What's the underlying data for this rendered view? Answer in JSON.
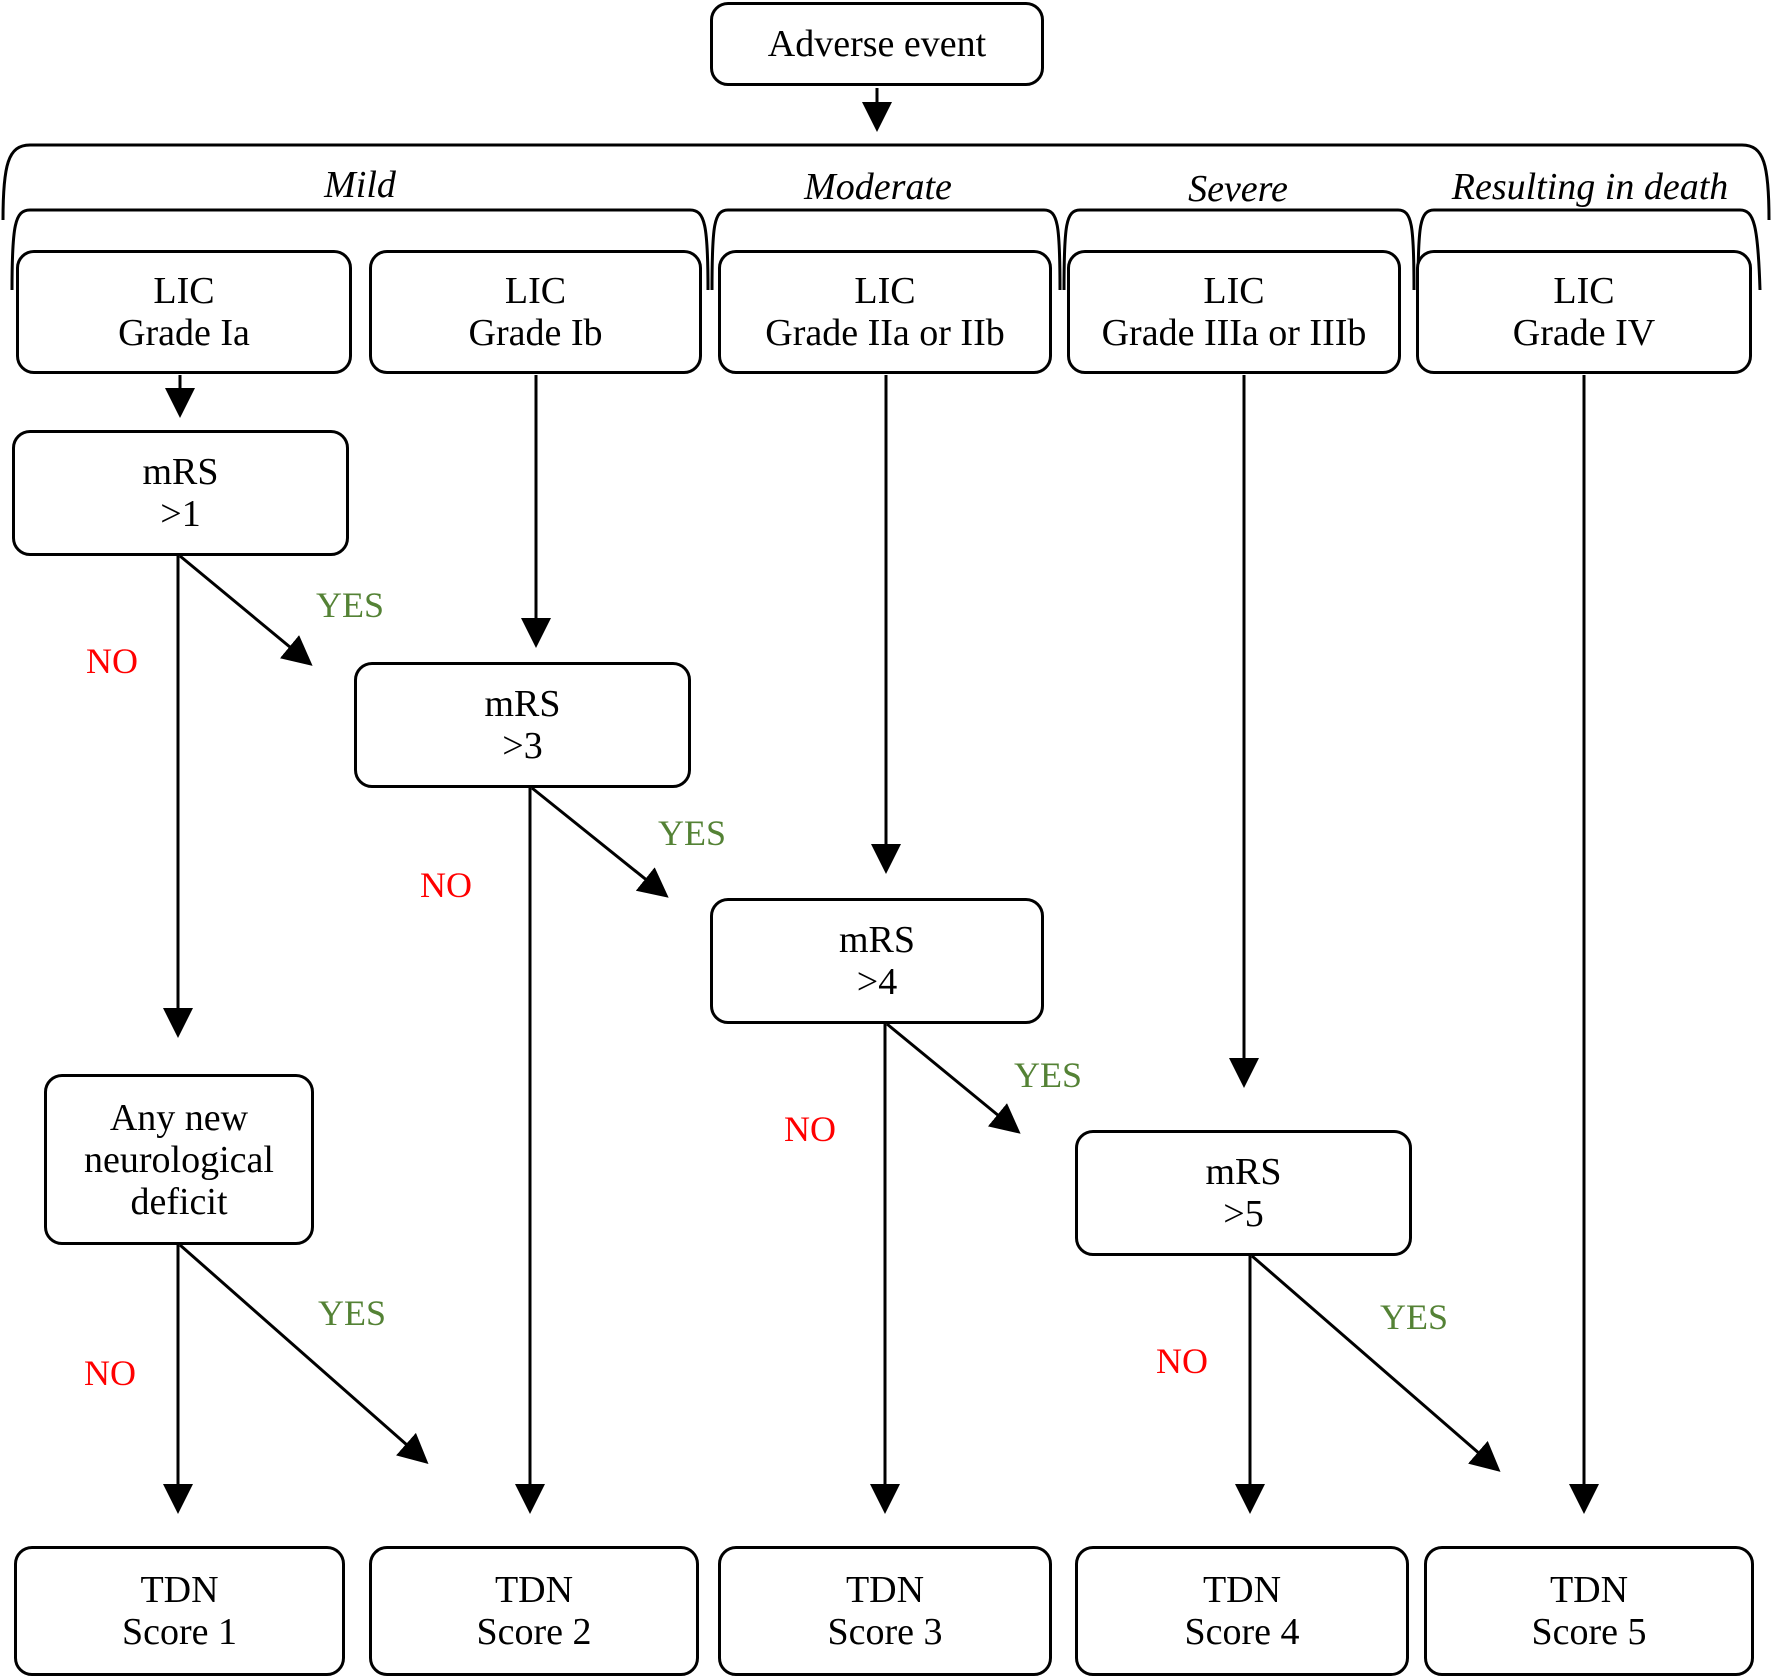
{
  "start": {
    "label": "Adverse event"
  },
  "categories": {
    "mild": "Mild",
    "moderate": "Moderate",
    "severe": "Severe",
    "death": "Resulting in death"
  },
  "lic": [
    {
      "line1": "LIC",
      "line2": "Grade Ia"
    },
    {
      "line1": "LIC",
      "line2": "Grade Ib"
    },
    {
      "line1": "LIC",
      "line2": "Grade IIa or IIb"
    },
    {
      "line1": "LIC",
      "line2": "Grade IIIa or IIIb"
    },
    {
      "line1": "LIC",
      "line2": "Grade IV"
    }
  ],
  "mrs": [
    {
      "line1": "mRS",
      "line2": ">1"
    },
    {
      "line1": "mRS",
      "line2": ">3"
    },
    {
      "line1": "mRS",
      "line2": ">4"
    },
    {
      "line1": "mRS",
      "line2": ">5"
    }
  ],
  "deficit": {
    "line1": "Any new",
    "line2": "neurological",
    "line3": "deficit"
  },
  "tdn": [
    {
      "line1": "TDN",
      "line2": "Score 1"
    },
    {
      "line1": "TDN",
      "line2": "Score 2"
    },
    {
      "line1": "TDN",
      "line2": "Score 3"
    },
    {
      "line1": "TDN",
      "line2": "Score 4"
    },
    {
      "line1": "TDN",
      "line2": "Score 5"
    }
  ],
  "labels": {
    "yes": "YES",
    "no": "NO"
  },
  "colors": {
    "yes": "#548235",
    "no": "#ff0000",
    "stroke": "#000000"
  }
}
